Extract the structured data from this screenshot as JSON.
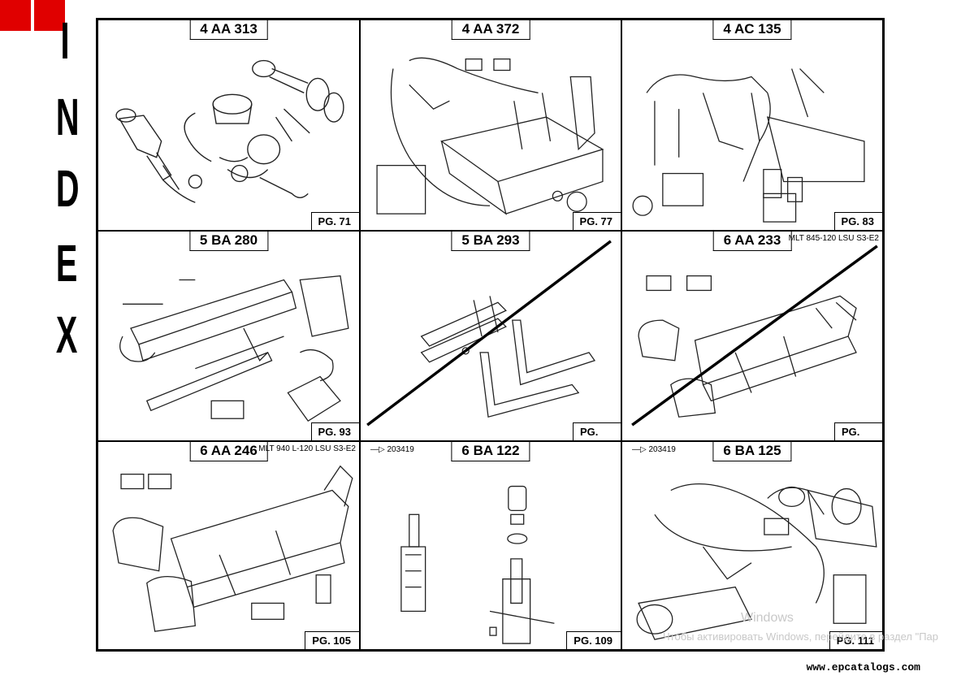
{
  "index_title": [
    "I",
    "N",
    "D",
    "E",
    "X"
  ],
  "cells": [
    {
      "code": "4 AA 313",
      "page": "PG. 71",
      "note": ""
    },
    {
      "code": "4 AA 372",
      "page": "PG. 77",
      "note": ""
    },
    {
      "code": "4 AC 135",
      "page": "PG. 83",
      "note": ""
    },
    {
      "code": "5 BA 280",
      "page": "PG. 93",
      "note": ""
    },
    {
      "code": "5 BA 293",
      "page": "PG.",
      "note": ""
    },
    {
      "code": "6 AA 233",
      "page": "PG.",
      "note": "MLT 845-120 LSU S3-E2"
    },
    {
      "code": "6 AA 246",
      "page": "PG. 105",
      "note": "MLT 940 L-120 LSU S3-E2"
    },
    {
      "code": "6 BA 122",
      "page": "PG. 109",
      "note": "—▷ 203419"
    },
    {
      "code": "6 BA 125",
      "page": "PG. 111",
      "note": "—▷ 203419"
    }
  ],
  "watermark": {
    "line1": "Windows",
    "line2": "Чтобы активировать Windows, перейдите в раздел \"Пар"
  },
  "website": "www.epcatalogs.com",
  "accent_color": "#e00000"
}
